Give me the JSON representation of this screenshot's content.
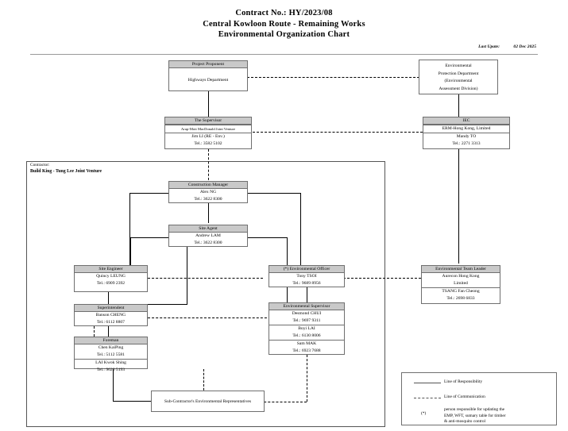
{
  "document": {
    "title_lines": [
      "Contract No.: HY/2023/08",
      "Central Kowloon Route - Remaining Works",
      "Environmental Organization Chart"
    ],
    "last_update_label": "Last Upate:",
    "last_update_value": "02 Dec 2025"
  },
  "contractor": {
    "label": "Contractor:",
    "name": "Build King - Tung Lee Joint Venture"
  },
  "boxes": {
    "project_proponent": {
      "header": "Project Proponent",
      "rows": [
        "Highways Department"
      ]
    },
    "epd": {
      "lines": [
        "Environmental",
        "Protection Department",
        "(Environmental",
        "Assessment Division)"
      ]
    },
    "supervisor": {
      "header": "The Supervisor",
      "rows": [
        "Arup-Mott MacDonald Joint Venture",
        "Jim LI (RE - Env.)",
        "Tel.: 3582 5102"
      ]
    },
    "iec": {
      "header": "IEC",
      "rows": [
        "ERM-Hong Kong, Limited",
        "Mandy TO",
        "Tel.: 2271 3313"
      ]
    },
    "construction_manager": {
      "header": "Construction Manager",
      "rows": [
        "Alex NG",
        "Tel.: 3622 8300"
      ]
    },
    "site_agent": {
      "header": "Site Agent",
      "rows": [
        "Andrew LAM",
        "Tel.: 3622 8300"
      ]
    },
    "site_engineer": {
      "header": "Site Engineer",
      "rows": [
        "Quincy LEUNG",
        "Tel.: 6909 2392"
      ]
    },
    "environmental_officer": {
      "header": "(*) Environmental Officer",
      "rows": [
        "Tony TSOI",
        "Tel.: 9689 8956"
      ]
    },
    "environmental_team_leader": {
      "header": "Environmental Team Leader",
      "rows": [
        "Aurecon Hong Kong",
        "Limited",
        "TSANG Fan Cheong",
        "Tel.: 2698 6833"
      ]
    },
    "superintendent": {
      "header": "Superintendent",
      "rows": [
        "Banson CHENG",
        "Tel.: 6112 8807"
      ]
    },
    "foreman": {
      "header": "Foreman",
      "rows": [
        "Chen KaiPing",
        "Tel.: 5112 5581",
        "LAI Kwok Shing",
        "Tel.: 9620 5193"
      ]
    },
    "environmental_supervisor": {
      "header": "Environmental Supervisor",
      "rows": [
        "Desmond CHUI",
        "Tel.: 9697 9311",
        "Boyi LAI",
        "Tel.: 6130 8006",
        "Sam MAK",
        "Tel.: 6923 7688"
      ]
    },
    "sub_contractor": {
      "text": "Sub-Contractor's Environmental Representatives"
    }
  },
  "legend": {
    "responsibility": "Line of Responsibility",
    "communication": "Line of Communication",
    "star_symbol": "(*)",
    "star_note_lines": [
      "person responsible for updating the",
      "EMP, WFT, sumary table for timber",
      "& anti-mosquito control"
    ]
  },
  "colors": {
    "header_fill": "#c9c9c9",
    "border": "#6f6f6f",
    "page_background": "#ffffff"
  }
}
